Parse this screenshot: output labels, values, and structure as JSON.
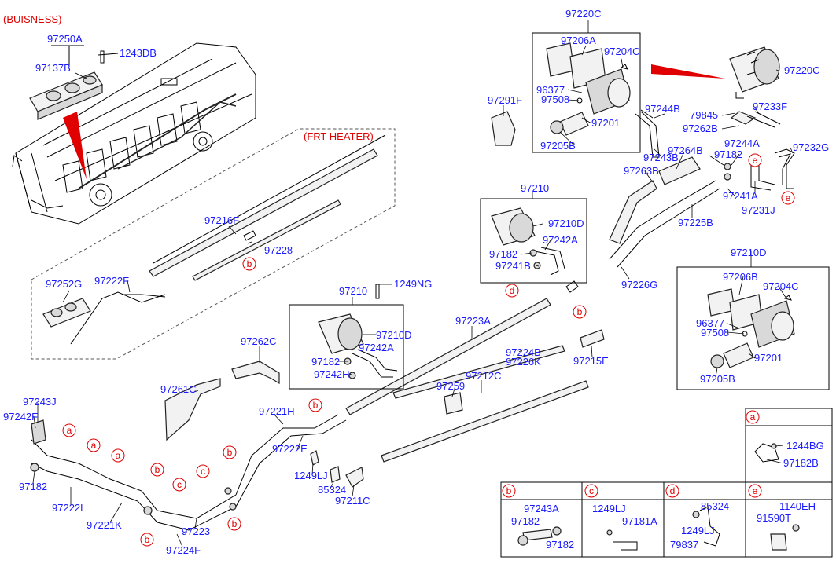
{
  "texts": {
    "buisness": "(BUISNESS)",
    "frt_heater": "(FRT HEATER)",
    "p97250A": "97250A",
    "p1243DB": "1243DB",
    "p97137B": "97137B",
    "p97220C_top": "97220C",
    "p97206A": "97206A",
    "p97204C_top": "97204C",
    "p96377_top": "96377",
    "p97508_top": "97508",
    "p97201_top": "97201",
    "p97205B_top": "97205B",
    "p97291F": "97291F",
    "p97244B": "97244B",
    "p97243B": "97243B",
    "p97220C_right": "97220C",
    "p79845": "79845",
    "p97233F": "97233F",
    "p97262B": "97262B",
    "p97244A": "97244A",
    "p97232G": "97232G",
    "p97264B": "97264B",
    "p97182_r": "97182",
    "p97263B": "97263B",
    "p97241A": "97241A",
    "p97231J": "97231J",
    "p97225B": "97225B",
    "p97210_top": "97210",
    "p97210D_a": "97210D",
    "p97242A_a": "97242A",
    "p97182_a": "97182",
    "p97241B": "97241B",
    "p97226G": "97226G",
    "p97216F": "97216F",
    "p97228": "97228",
    "p97252G": "97252G",
    "p97222F": "97222F",
    "p1249NG": "1249NG",
    "p97210_mid": "97210",
    "p97210D_b": "97210D",
    "p97242A_b": "97242A",
    "p97182_b": "97182",
    "p97242H": "97242H",
    "p97223A": "97223A",
    "p97224B": "97224B",
    "p97226K": "97226K",
    "p97215E": "97215E",
    "p97262C": "97262C",
    "p97261C": "97261C",
    "p97259": "97259",
    "p97212C": "97212C",
    "p97210D_box": "97210D",
    "p97206B": "97206B",
    "p97204C_box": "97204C",
    "p96377_box": "96377",
    "p97508_box": "97508",
    "p97201_box": "97201",
    "p97205B_box": "97205B",
    "p97243J": "97243J",
    "p97242F": "97242F",
    "p97182_l": "97182",
    "p97222L": "97222L",
    "p97221K": "97221K",
    "p97221H": "97221H",
    "p97222E": "97222E",
    "p1249LJ": "1249LJ",
    "p85324": "85324",
    "p97211C": "97211C",
    "p97223": "97223",
    "p97224F": "97224F",
    "p1244BG": "1244BG",
    "p97182B": "97182B",
    "d_b_97243A": "97243A",
    "d_b_97182a": "97182",
    "d_b_97182b": "97182",
    "d_c_1249LJ": "1249LJ",
    "d_c_97181A": "97181A",
    "d_d_85324": "85324",
    "d_d_1249LJ": "1249LJ",
    "d_d_79837": "79837",
    "d_e_1140EH": "1140EH",
    "d_e_91590T": "91590T"
  },
  "callouts": {
    "a": "a",
    "b": "b",
    "c": "c",
    "d": "d",
    "e": "e"
  }
}
